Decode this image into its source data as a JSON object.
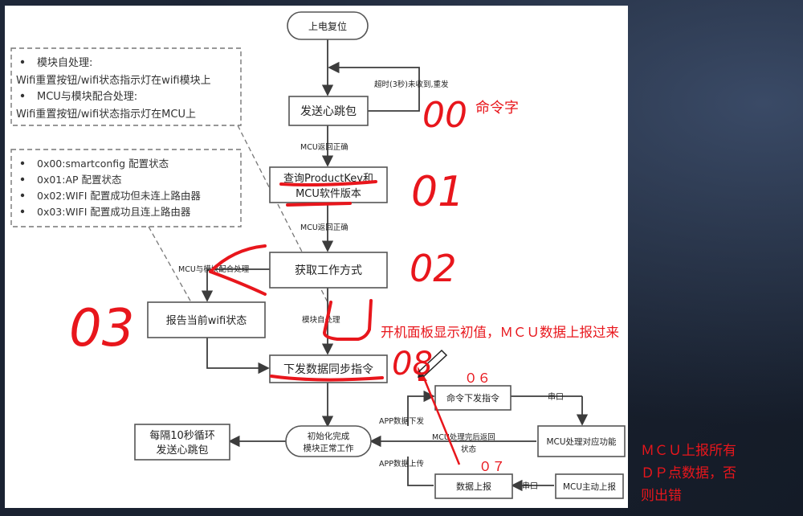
{
  "flow": {
    "start": "上电复位",
    "heartbeat": "发送心跳包",
    "timeout_note": "超时(3秒)未收到,重发",
    "mcu_ok_1": "MCU返回正确",
    "query_line1": "查询ProductKey和",
    "query_line2": "MCU软件版本",
    "mcu_ok_2": "MCU返回正确",
    "get_mode": "获取工作方式",
    "mcu_module_note": "MCU与模块配合处理",
    "module_self_note": "模块自处理",
    "report_wifi": "报告当前wifi状态",
    "sync_cmd": "下发数据同步指令",
    "init_line1": "初始化完成",
    "init_line2": "模块正常工作",
    "loop_line1": "每隔10秒循环",
    "loop_line2": "发送心跳包",
    "cmd_send": "命令下发指令",
    "serial_1": "串口",
    "mcu_process": "MCU处理对应功能",
    "app_down": "APP数据下发",
    "mcu_return_line1": "MCU处理完后返回",
    "mcu_return_line2": "状态",
    "app_up": "APP数据上传",
    "data_upload": "数据上报",
    "serial_2": "串口",
    "mcu_active": "MCU主动上报"
  },
  "notes": {
    "box1": [
      "模块自处理:",
      "Wifi重置按钮/wifi状态指示灯在wifi模块上",
      "MCU与模块配合处理:",
      "Wifi重置按钮/wifi状态指示灯在MCU上"
    ],
    "box2": [
      "0x00:smartconfig 配置状态",
      "0x01:AP 配置状态",
      "0x02:WIFI 配置成功但未连上路由器",
      "0x03:WIFI 配置成功且连上路由器"
    ]
  },
  "annotations": {
    "cmd00": "00",
    "cmd_word": "命令字",
    "cmd01": "01",
    "cmd02": "02",
    "cmd03": "03",
    "cmd08": "08",
    "boot_note": "开机面板显示初值，ＭＣＵ数据上报过来",
    "cmd06": "０６",
    "cmd07": "０７",
    "side_line1": "ＭＣＵ上报所有",
    "side_line2": "ＤＰ点数据，否",
    "side_line3": "则出错"
  },
  "colors": {
    "annotation_red": "#e8161c",
    "box_border": "#555555",
    "line": "#3c3c3c",
    "background": "#1a2230"
  }
}
